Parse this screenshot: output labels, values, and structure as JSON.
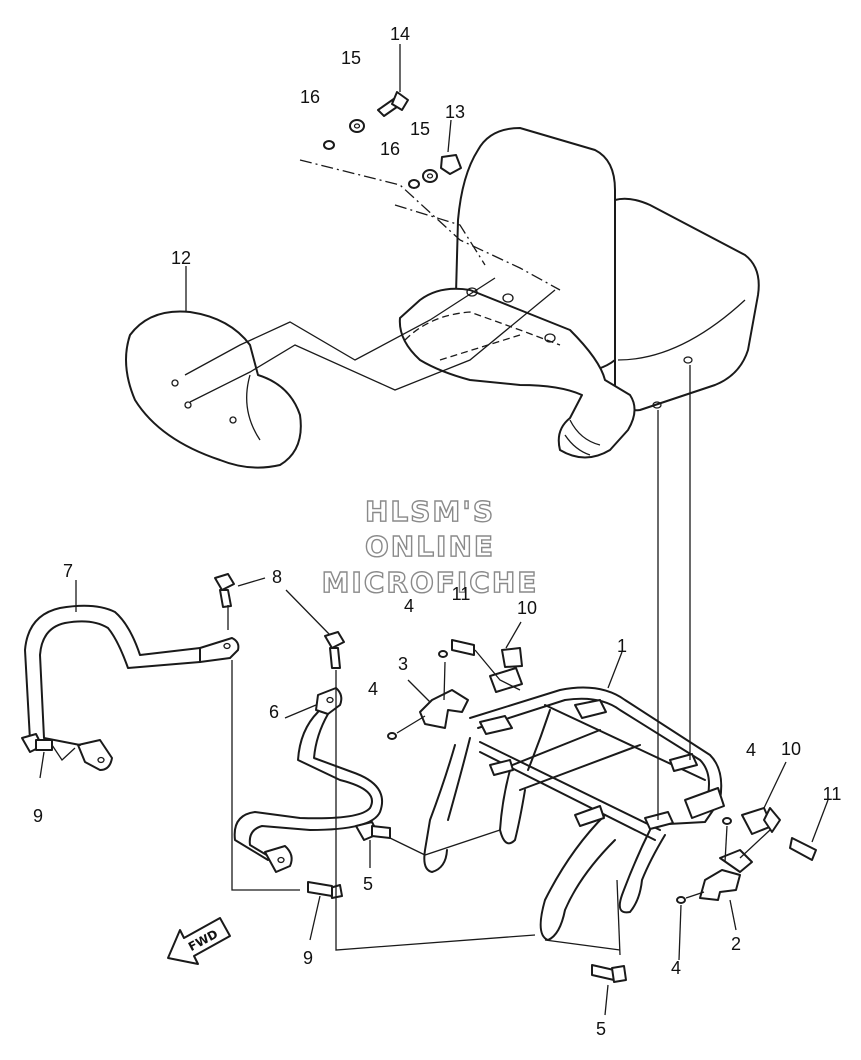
{
  "watermark": {
    "line1": "HLSM'S",
    "line2": "ONLINE",
    "line3": "MICROFICHE"
  },
  "direction_badge": {
    "label": "FWD"
  },
  "callouts": {
    "c1": "1",
    "c2": "2",
    "c3": "3",
    "c4a": "4",
    "c4b": "4",
    "c4c": "4",
    "c4d": "4",
    "c5a": "5",
    "c5b": "5",
    "c6": "6",
    "c7": "7",
    "c8": "8",
    "c9a": "9",
    "c9b": "9",
    "c10a": "10",
    "c10b": "10",
    "c11a": "11",
    "c11b": "11",
    "c12": "12",
    "c13": "13",
    "c14": "14",
    "c15a": "15",
    "c15b": "15",
    "c16a": "16",
    "c16b": "16"
  }
}
